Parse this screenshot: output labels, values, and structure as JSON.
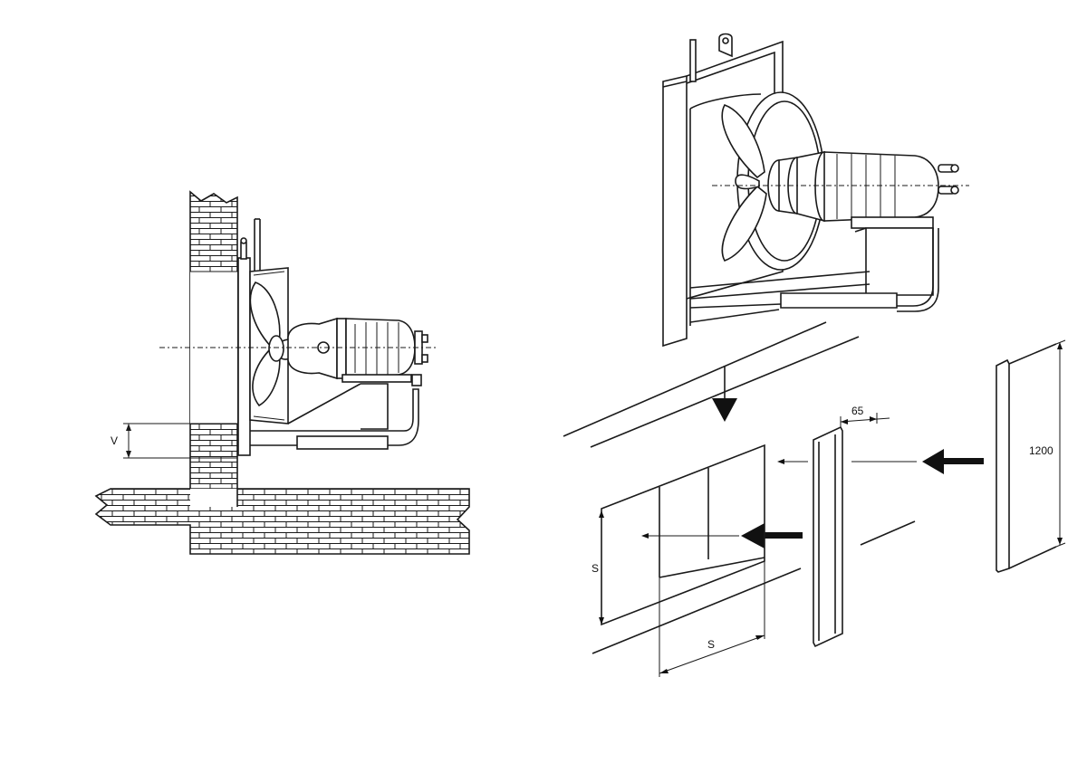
{
  "figure": {
    "left_view": {
      "dimension_label": "V"
    },
    "right_view": {
      "frame_height_label": "1200",
      "profile_width_label": "65",
      "opening_height_label": "S",
      "opening_width_label": "S"
    }
  }
}
